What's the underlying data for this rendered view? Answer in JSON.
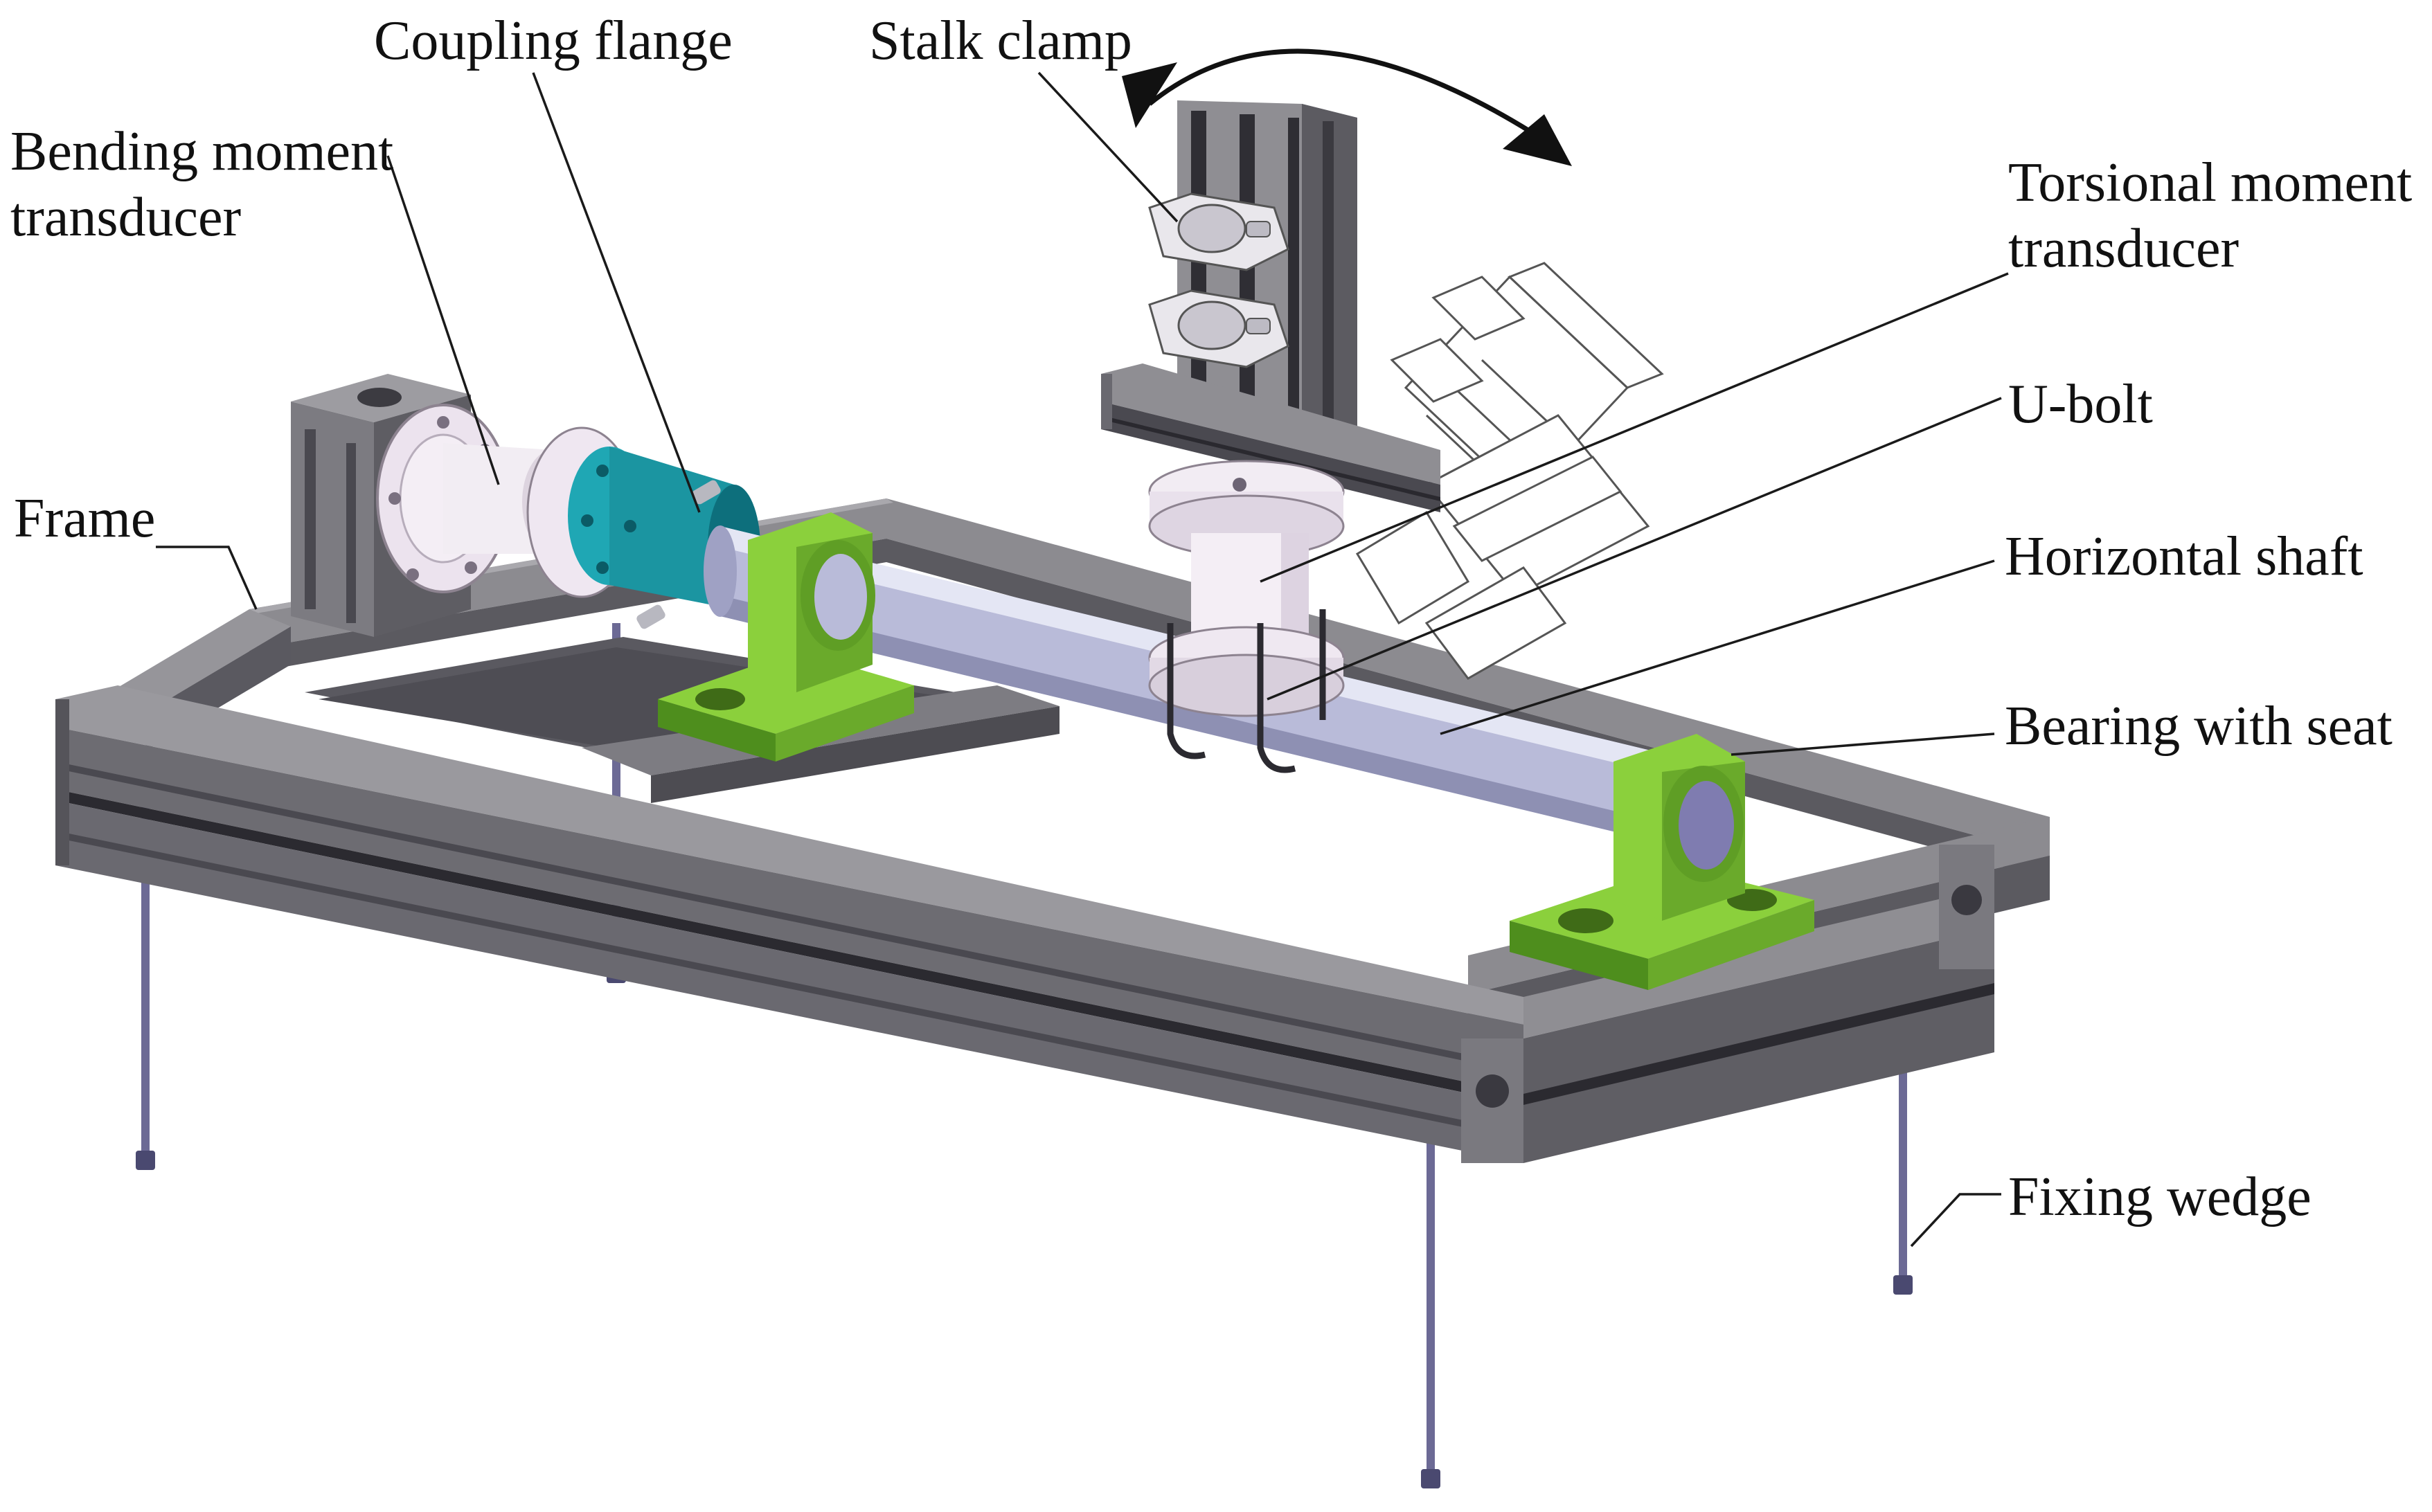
{
  "labels": {
    "coupling_flange": "Coupling flange",
    "stalk_clamp": "Stalk clamp",
    "bending_moment_transducer": [
      "Bending moment",
      "transducer"
    ],
    "torsional_moment_transducer": [
      "Torsional moment",
      "transducer"
    ],
    "u_bolt": "U-bolt",
    "frame": "Frame",
    "horizontal_shaft": "Horizontal shaft",
    "bearing_with_seat": "Bearing with seat",
    "fixing_wedge": "Fixing wedge"
  },
  "colors": {
    "frame_top": "#8c8b90",
    "frame_face": "#68676d",
    "frame_dark": "#3f3e44",
    "frame_slot": "#2b2a30",
    "bearing_green": "#8bd03c",
    "bearing_green_dark": "#4e8e1d",
    "shaft": "#b9bbd9",
    "shaft_light": "#e4e6f4",
    "transducer": "#f0e8f2",
    "coupling_teal": "#1fa7b4",
    "coupling_dark": "#0d6f7c",
    "leg": "#6c6a95",
    "text": "#111111"
  }
}
